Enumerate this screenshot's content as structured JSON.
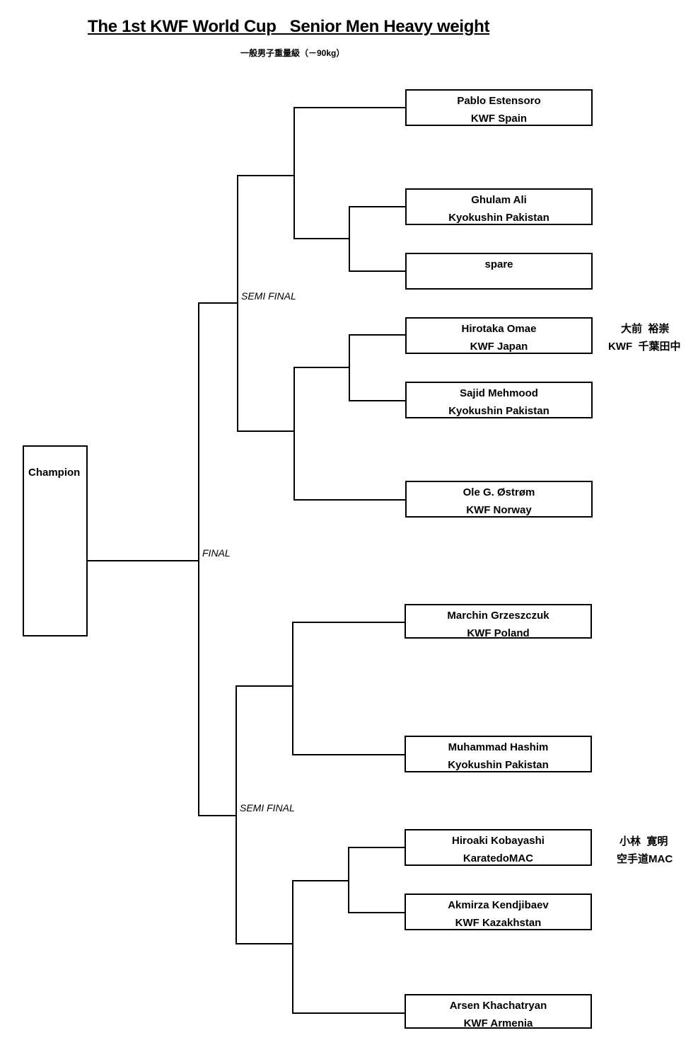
{
  "title": "The 1st KWF World Cup   Senior Men Heavy weight",
  "subtitle": "一般男子重量級（－90kg）",
  "champion_label": "Champion",
  "rounds": {
    "final": "FINAL",
    "semi_top": "SEMI FINAL",
    "semi_bottom": "SEMI FINAL"
  },
  "competitors": [
    {
      "name": "Pablo Estensoro",
      "team": "KWF Spain"
    },
    {
      "name": "Ghulam Ali",
      "team": "Kyokushin Pakistan"
    },
    {
      "name": "spare",
      "team": ""
    },
    {
      "name": "Hirotaka Omae",
      "team": "KWF Japan"
    },
    {
      "name": "Sajid Mehmood",
      "team": "Kyokushin Pakistan"
    },
    {
      "name": "Ole G. Østrøm",
      "team": "KWF Norway"
    },
    {
      "name": "Marchin Grzeszczuk",
      "team": "KWF Poland"
    },
    {
      "name": "Muhammad Hashim",
      "team": "Kyokushin Pakistan"
    },
    {
      "name": "Hiroaki Kobayashi",
      "team": "KaratedoMAC"
    },
    {
      "name": "Akmirza Kendjibaev",
      "team": "KWF Kazakhstan"
    },
    {
      "name": "Arsen Khachatryan",
      "team": "KWF Armenia"
    }
  ],
  "notes": [
    {
      "line1": "大前  裕崇",
      "line2": "KWF  千葉田中"
    },
    {
      "line1": "小林  寛明",
      "line2": "空手道MAC"
    }
  ]
}
